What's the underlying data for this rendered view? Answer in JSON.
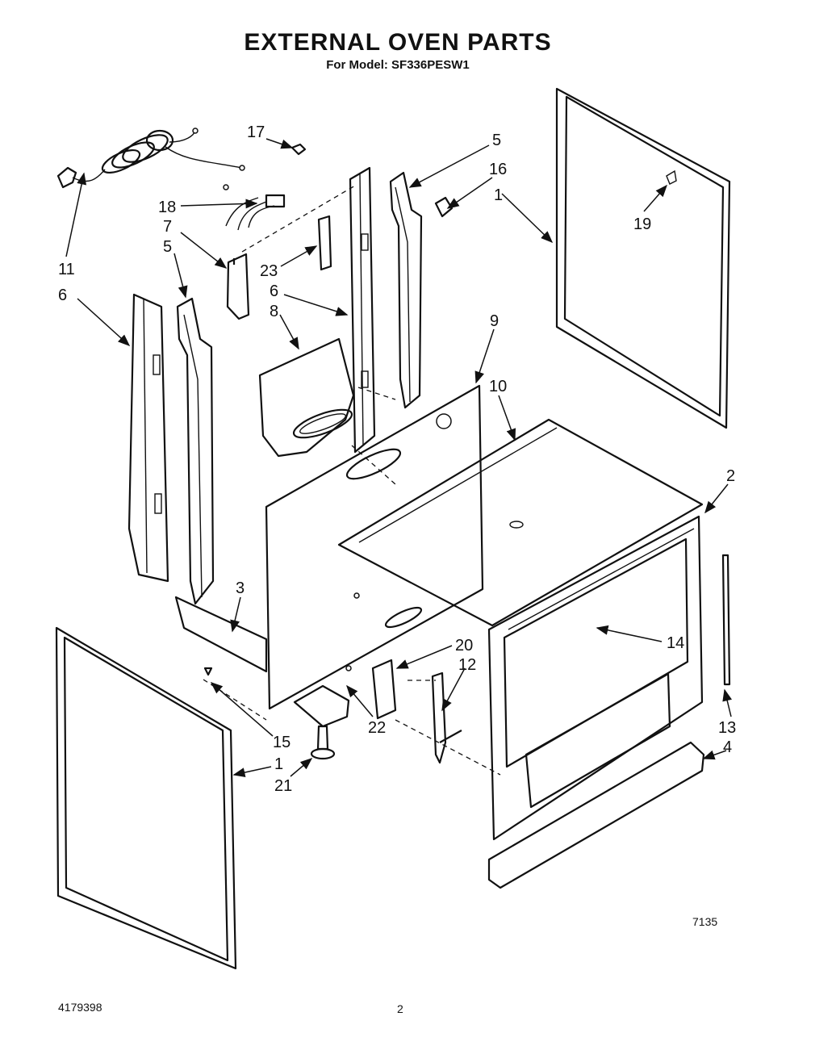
{
  "header": {
    "title": "EXTERNAL OVEN PARTS",
    "subtitle": "For Model: SF336PESW1"
  },
  "callouts": {
    "c1a": "1",
    "c1b": "1",
    "c2": "2",
    "c3": "3",
    "c4": "4",
    "c5a": "5",
    "c5b": "5",
    "c6a": "6",
    "c6b": "6",
    "c7": "7",
    "c8": "8",
    "c9": "9",
    "c10": "10",
    "c11": "11",
    "c12": "12",
    "c13": "13",
    "c14": "14",
    "c15": "15",
    "c16": "16",
    "c17": "17",
    "c18": "18",
    "c19": "19",
    "c20": "20",
    "c21": "21",
    "c22": "22",
    "c23": "23"
  },
  "footer": {
    "drawing_code": "7135",
    "doc_number": "4179398",
    "page": "2"
  }
}
